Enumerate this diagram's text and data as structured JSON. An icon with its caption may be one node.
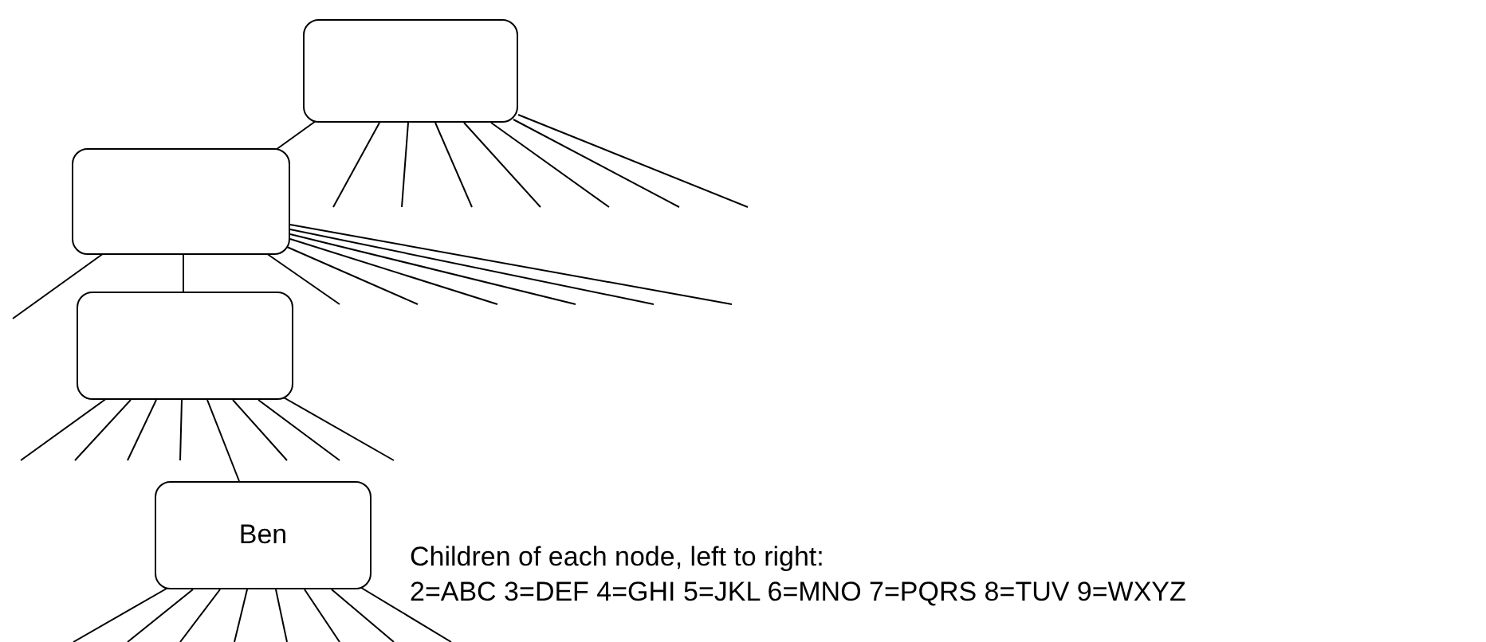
{
  "diagram": {
    "nodes": [
      {
        "text": [],
        "shape": "box"
      },
      {
        "text": [],
        "shape": "box"
      },
      {
        "text": [],
        "shape": "box"
      },
      {
        "text": [
          "Ben"
        ]
      }
    ],
    "edges": [
      {
        "from": 0,
        "to": 1,
        "arrow": "none"
      },
      {
        "from": 0,
        "to": null,
        "arrow": "none"
      },
      {
        "from": 0,
        "to": null,
        "arrow": "none"
      },
      {
        "from": 0,
        "to": null,
        "arrow": "none"
      },
      {
        "from": 0,
        "to": null,
        "arrow": "none"
      },
      {
        "from": 0,
        "to": null,
        "arrow": "none"
      },
      {
        "from": 0,
        "to": null,
        "arrow": "none"
      },
      {
        "from": 0,
        "to": null,
        "arrow": "none"
      },
      {
        "from": 1,
        "to": null,
        "arrow": "none"
      },
      {
        "from": 1,
        "to": 2,
        "arrow": "none"
      },
      {
        "from": 1,
        "to": null,
        "arrow": "none"
      },
      {
        "from": 1,
        "to": null,
        "arrow": "none"
      },
      {
        "from": 1,
        "to": null,
        "arrow": "none"
      },
      {
        "from": 1,
        "to": null,
        "arrow": "none"
      },
      {
        "from": 1,
        "to": null,
        "arrow": "none"
      },
      {
        "from": 1,
        "to": null,
        "arrow": "none"
      },
      {
        "from": 2,
        "to": null,
        "arrow": "none"
      },
      {
        "from": 2,
        "to": null,
        "arrow": "none"
      },
      {
        "from": 2,
        "to": null,
        "arrow": "none"
      },
      {
        "from": 2,
        "to": null,
        "arrow": "none"
      },
      {
        "from": 2,
        "to": 3,
        "arrow": "none"
      },
      {
        "from": 2,
        "to": null,
        "arrow": "none"
      },
      {
        "from": 2,
        "to": null,
        "arrow": "none"
      },
      {
        "from": 2,
        "to": null,
        "arrow": "none"
      },
      {
        "from": 3,
        "to": null,
        "arrow": "none"
      },
      {
        "from": 3,
        "to": null,
        "arrow": "none"
      },
      {
        "from": 3,
        "to": null,
        "arrow": "none"
      },
      {
        "from": 3,
        "to": null,
        "arrow": "none"
      },
      {
        "from": 3,
        "to": null,
        "arrow": "none"
      },
      {
        "from": 3,
        "to": null,
        "arrow": "none"
      },
      {
        "from": 3,
        "to": null,
        "arrow": "none"
      },
      {
        "from": 3,
        "to": null,
        "arrow": "none"
      }
    ],
    "labels": [
      "Children of each node, left to right:",
      "2=ABC 3=DEF 4=GHI 5=JKL 6=MNO 7=PQRS 8=TUV 9=WXYZ"
    ]
  }
}
